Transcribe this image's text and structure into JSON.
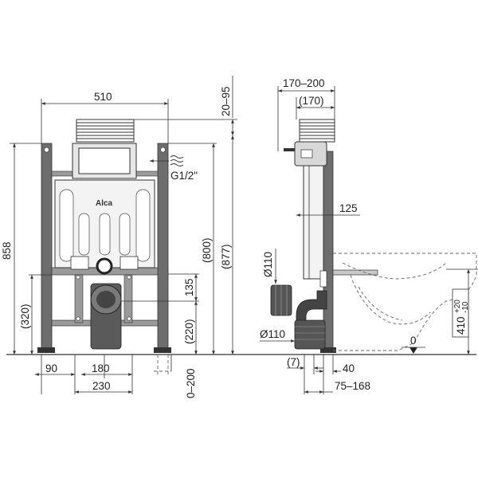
{
  "front_view": {
    "logo": "Alca",
    "width_top": "510",
    "height_total": "858",
    "height_flush": "(877)",
    "height_tank": "(800)",
    "height_320": "(320)",
    "height_220": "(220)",
    "height_135": "135",
    "water_inlet": "G1/2\"",
    "dim_90": "90",
    "dim_180": "180",
    "dim_230": "230",
    "dim_leg": "0–200"
  },
  "side_view": {
    "depth_range": "170–200",
    "depth_nominal": "(170)",
    "top_range": "20–95",
    "dim_125": "125",
    "pipe_upper": "Ø110",
    "pipe_lower": "Ø110",
    "dim_7": "(7)",
    "dim_40": "40",
    "dim_75_168": "75–168",
    "height_410": "410",
    "tol_plus": "+20",
    "tol_minus": "-10",
    "floor_zero": "0"
  }
}
